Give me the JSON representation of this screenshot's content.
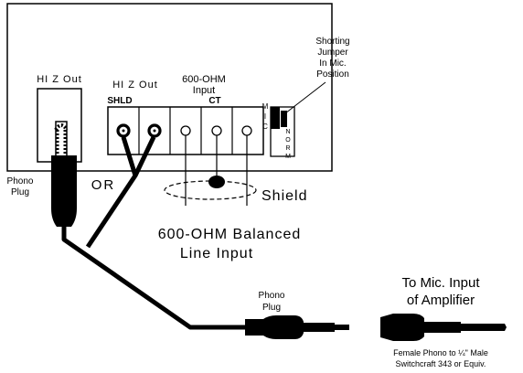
{
  "panel": {
    "hiz_out_left_label": "HI Z Out",
    "hiz_out_right_label": "HI Z Out",
    "shld_label": "SHLD",
    "input_600_line1": "600-OHM",
    "input_600_line2": "Input",
    "ct_label": "CT",
    "mic_letters": [
      "M",
      "I",
      "C"
    ],
    "norm_letters": [
      "N",
      "O",
      "R",
      "M"
    ]
  },
  "annotations": {
    "shorting_jumper": [
      "Shorting",
      "Jumper",
      "In Mic.",
      "Position"
    ],
    "phono_plug_left": [
      "Phono",
      "Plug"
    ],
    "or_label": "OR",
    "shield_label": "Shield",
    "balanced_input": [
      "600-OHM Balanced",
      "Line Input"
    ],
    "phono_plug_bottom": [
      "Phono",
      "Plug"
    ],
    "to_mic_input": [
      "To Mic. Input",
      "of Amplifier"
    ],
    "adapter_note": [
      "Female Phono to ¼\" Male",
      "Switchcraft 343 or Equiv."
    ]
  }
}
